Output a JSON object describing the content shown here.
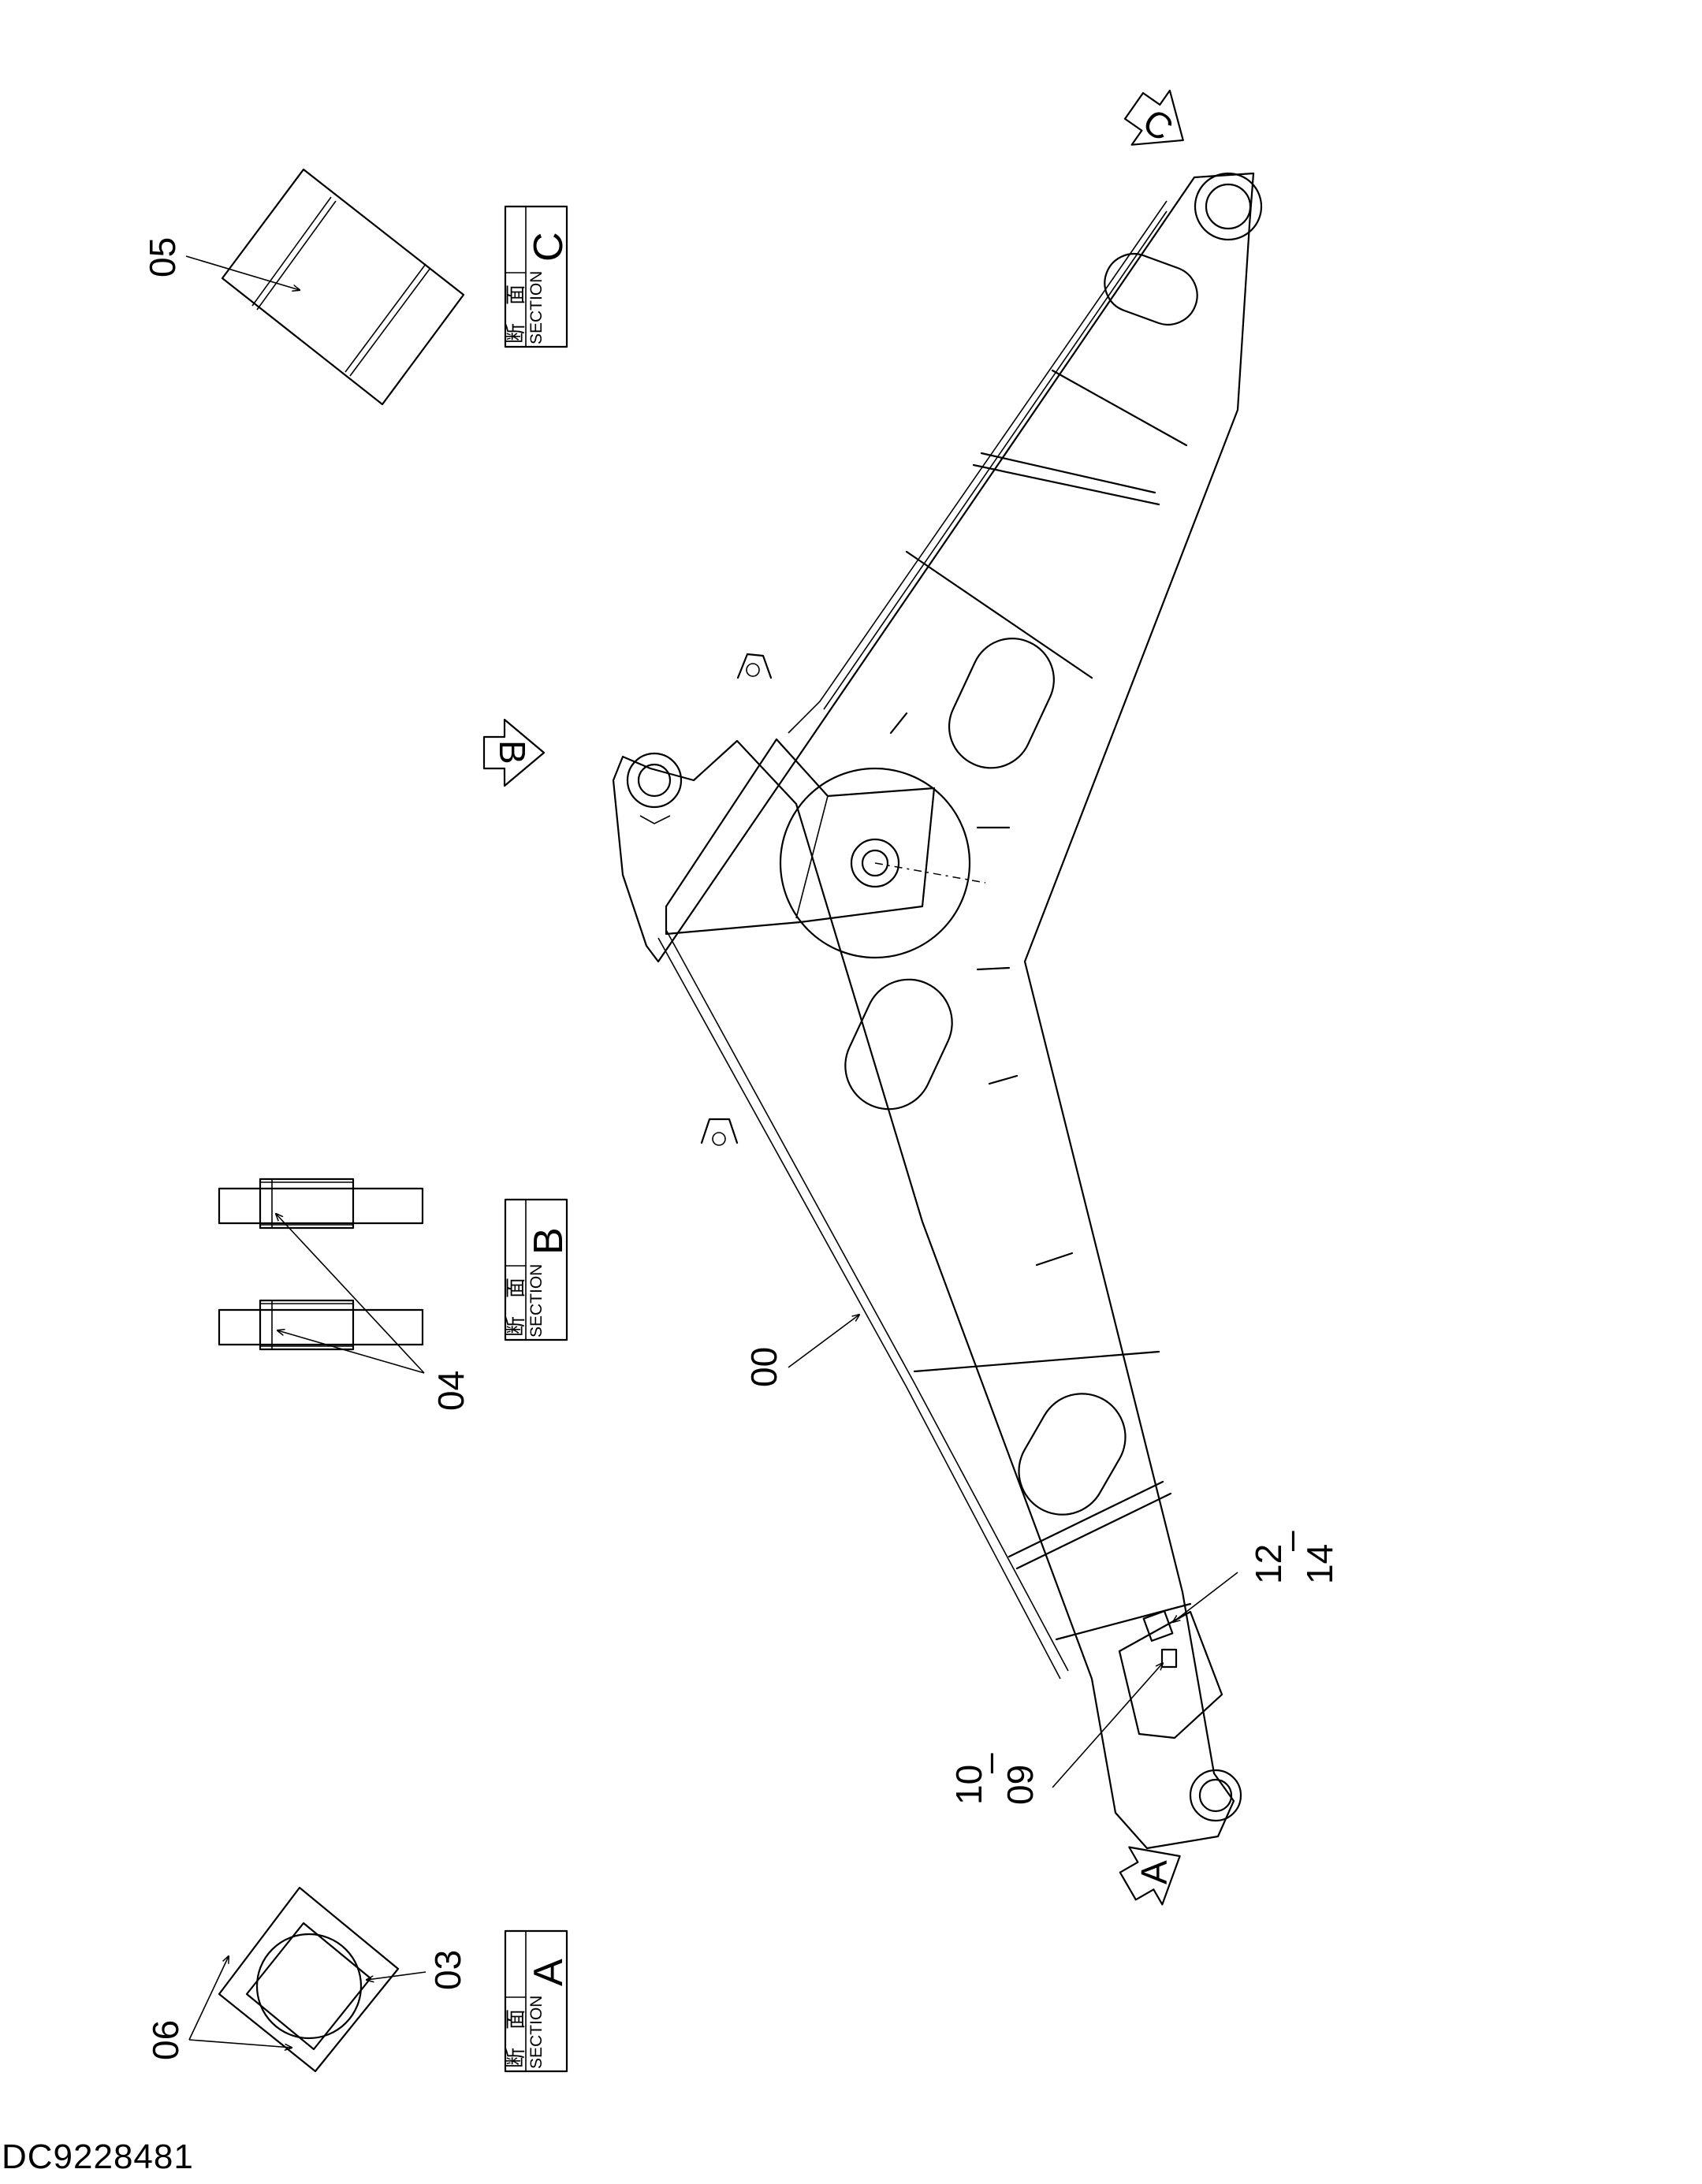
{
  "part_labels": {
    "p00": "00",
    "p03": "03",
    "p04": "04",
    "p05": "05",
    "p06": "06",
    "p09": "09",
    "p10": "10",
    "p12": "12",
    "p14": "14",
    "sep_10_09": "–",
    "sep_12_14": "–"
  },
  "section_boxes": {
    "a": {
      "kanji_1": "断",
      "kanji_2": "面",
      "word": "SECTION",
      "letter": "A"
    },
    "b": {
      "kanji_1": "断",
      "kanji_2": "面",
      "word": "SECTION",
      "letter": "B"
    },
    "c": {
      "kanji_1": "断",
      "kanji_2": "面",
      "word": "SECTION",
      "letter": "C"
    }
  },
  "view_arrows": {
    "a": "A",
    "b": "B",
    "c": "C"
  },
  "drawing_number": "DC9228481"
}
